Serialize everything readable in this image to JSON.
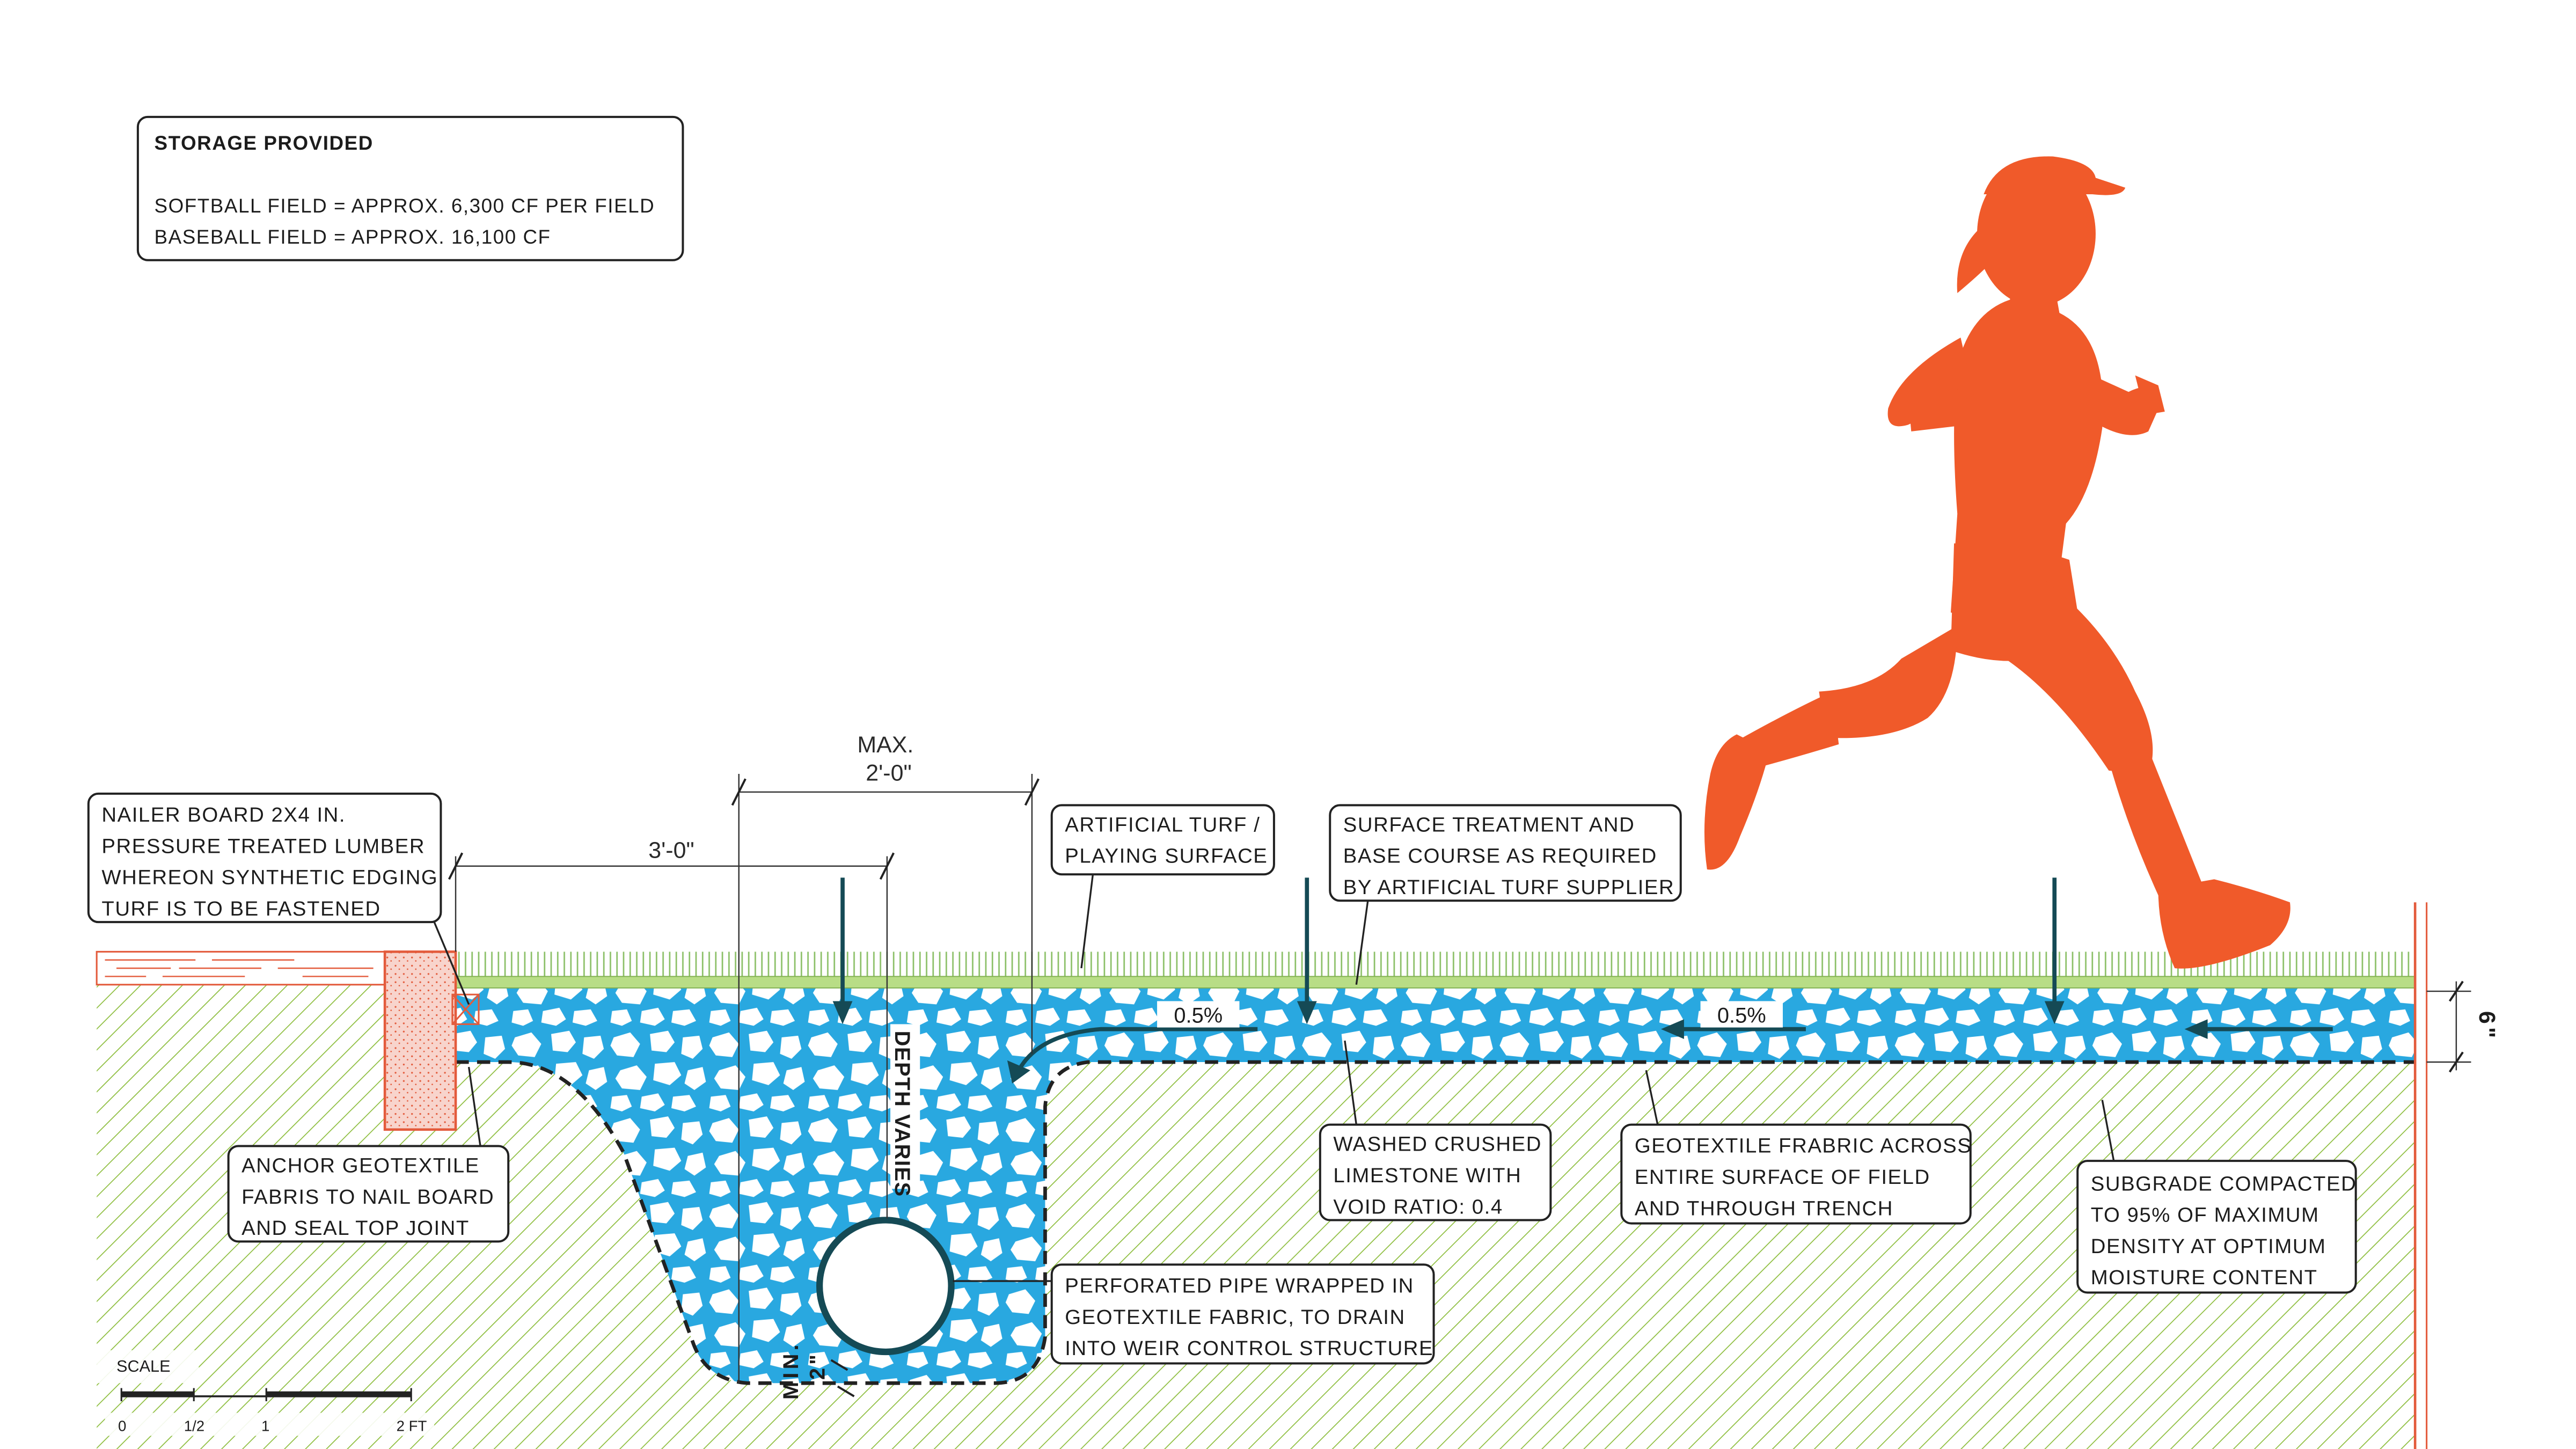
{
  "storage_box": {
    "title": "STORAGE PROVIDED",
    "line1": "SOFTBALL FIELD = APPROX. 6,300 CF PER FIELD",
    "line2": "BASEBALL FIELD = APPROX. 16,100 CF"
  },
  "callouts": {
    "nailer": [
      "NAILER BOARD 2X4 IN.",
      "PRESSURE TREATED LUMBER",
      "WHEREON SYNTHETIC EDGING",
      "TURF IS TO BE FASTENED"
    ],
    "turf": [
      "ARTIFICIAL TURF /",
      "PLAYING SURFACE"
    ],
    "surface": [
      "SURFACE TREATMENT AND",
      "BASE COURSE AS REQUIRED",
      "BY ARTIFICIAL TURF SUPPLIER"
    ],
    "anchor": [
      "ANCHOR GEOTEXTILE",
      "FABRIS TO NAIL BOARD",
      "AND SEAL TOP JOINT"
    ],
    "limestone": [
      "WASHED CRUSHED",
      "LIMESTONE WITH",
      "VOID RATIO: 0.4"
    ],
    "geotextile": [
      "GEOTEXTILE FRABRIC ACROSS",
      "ENTIRE SURFACE OF FIELD",
      "AND THROUGH TRENCH"
    ],
    "subgrade": [
      "SUBGRADE COMPACTED",
      "TO 95% OF MAXIMUM",
      "DENSITY AT OPTIMUM",
      "MOISTURE CONTENT"
    ],
    "pipe": [
      "PERFORATED PIPE WRAPPED IN",
      "GEOTEXTILE FABRIC, TO DRAIN",
      "INTO WEIR CONTROL STRUCTURE"
    ]
  },
  "dimensions": {
    "max_label": "MAX.",
    "max_value": "2'-0\"",
    "width": "3'-0\"",
    "depth": "DEPTH VARIES",
    "min_label": "MIN.",
    "min_value": "2\"",
    "base_depth": "6\""
  },
  "slopes": [
    "0.5%",
    "0.5%"
  ],
  "scale": {
    "title": "SCALE",
    "ticks": [
      "0",
      "1/2",
      "1",
      "2 FT"
    ]
  },
  "colors": {
    "stone_blue": "#29a8e0",
    "runner_orange": "#f05a2a",
    "hatch_green": "#8cbd3c",
    "turf_green": "#b8dd86",
    "nailer_red": "#e35b3c",
    "arrow_teal": "#154a55"
  },
  "icons": {
    "runner": "runner-silhouette-icon",
    "flow_arrow": "flow-arrow-icon",
    "load_arrow": "load-arrow-icon"
  }
}
